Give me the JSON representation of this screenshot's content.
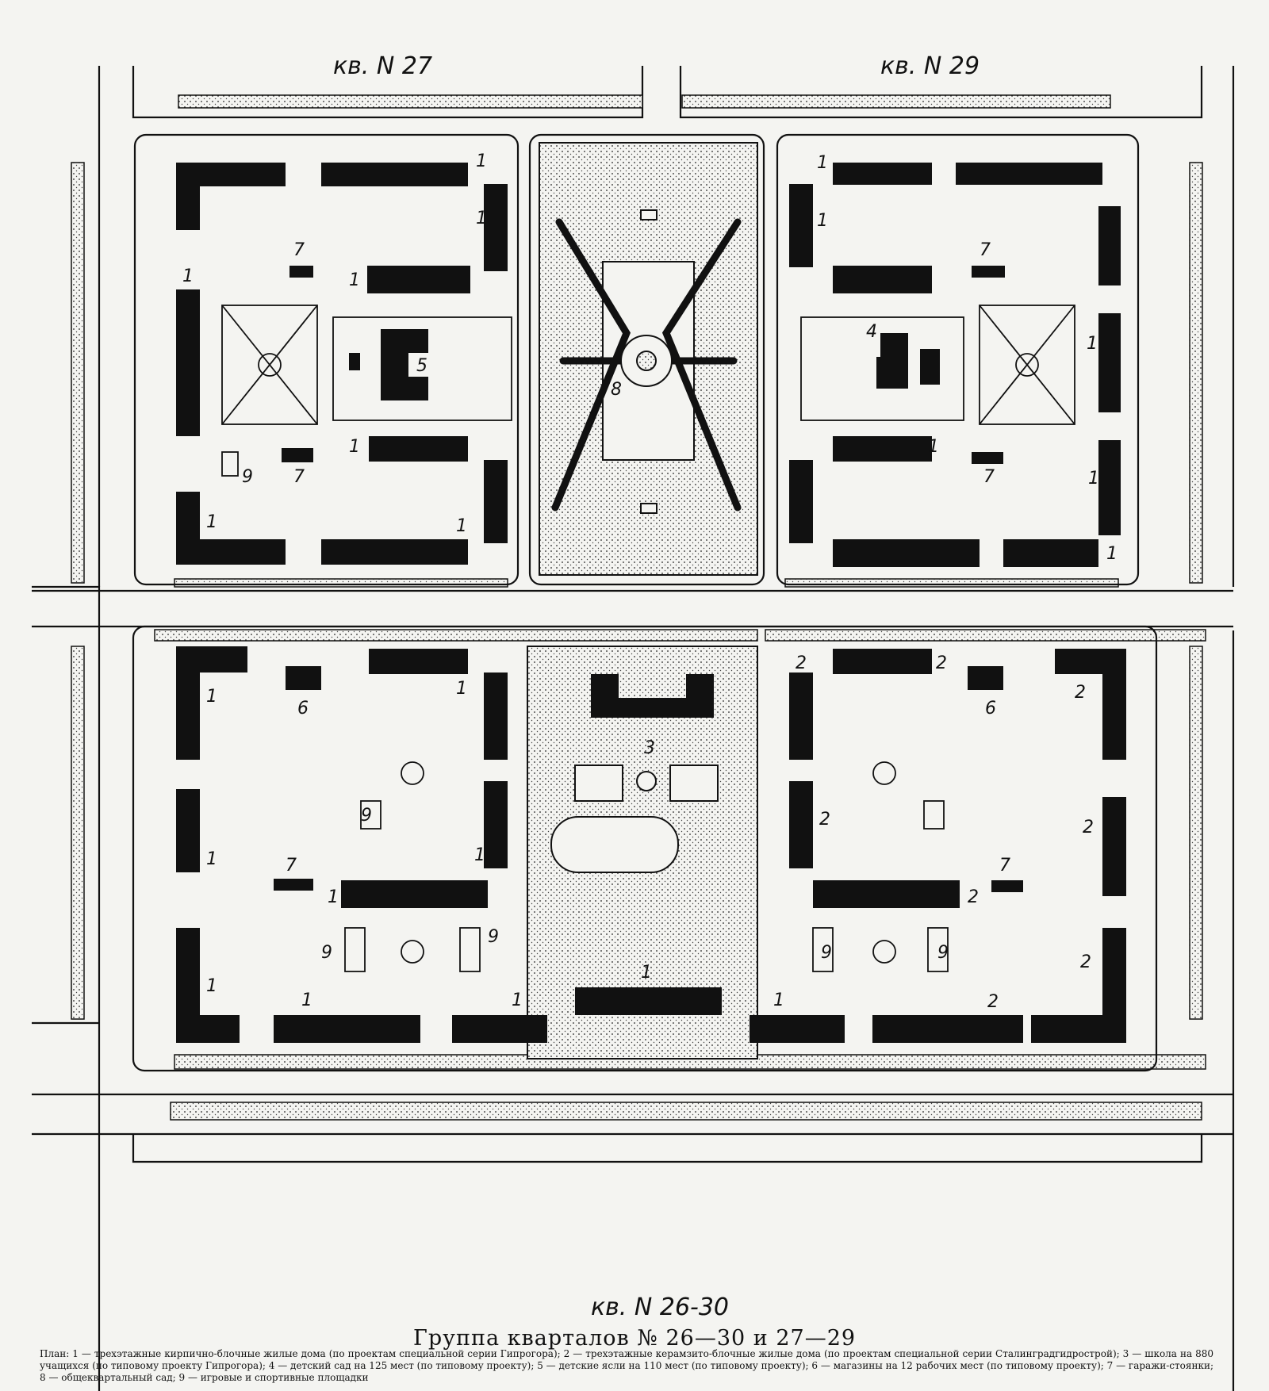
{
  "labels": {
    "q27": "кв. N 27",
    "q29": "кв. N 29",
    "q2630": "кв. N 26-30"
  },
  "title": "Группа кварталов № 26—30 и 27—29",
  "legend": "План: 1 — трехэтажные кирпично-блочные жилые дома (по проектам специальной серии Гипрогора); 2 — трехэтажные керамзито-блочные жилые дома (по проектам специальной серии Сталинградгидрострой); 3 — школа на 880 учащихся (по типовому проекту Гипрогора); 4 — детский сад на 125 мест (по типовому проекту); 5 — детские ясли на 110 мест (по типовому проекту); 6 — магазины на 12 рабочих мест (по типовому проекту); 7 — гаражи-стоянки; 8 — общеквартальный сад; 9 — игровые и спортивные площадки",
  "nums": {
    "n1": "1",
    "n2": "2",
    "n3": "3",
    "n4": "4",
    "n5": "5",
    "n6": "6",
    "n7": "7",
    "n8": "8",
    "n9": "9"
  }
}
